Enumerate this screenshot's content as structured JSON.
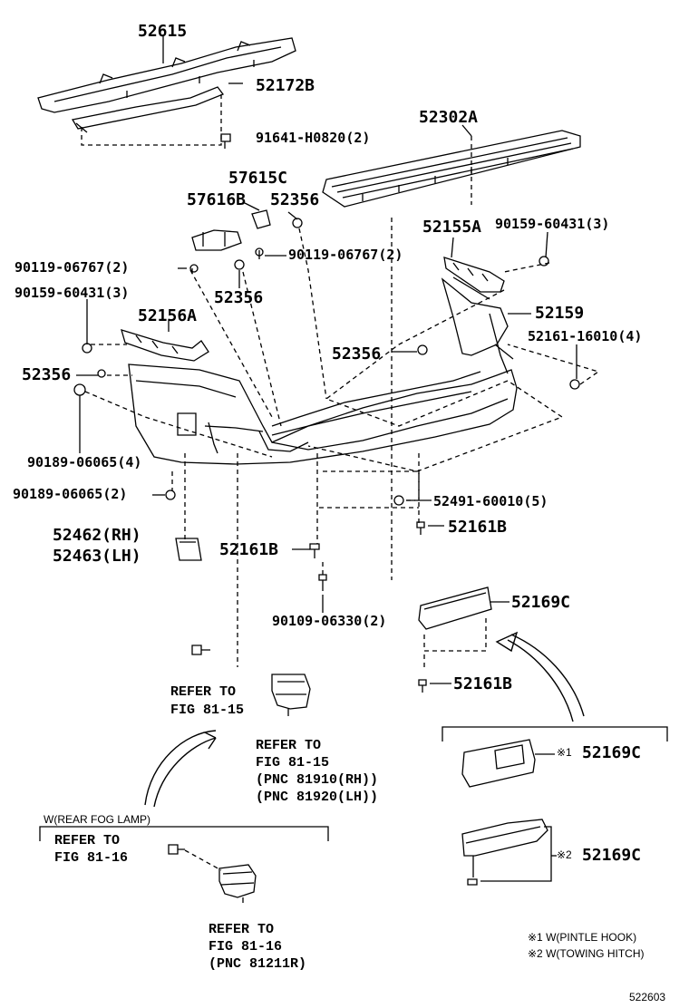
{
  "figure_number": "522603",
  "parts": {
    "p52615": "52615",
    "p52172B": "52172B",
    "p91641": "91641-H0820(2)",
    "p52302A": "52302A",
    "p57615C": "57615C",
    "p57616B": "57616B",
    "p52356_top": "52356",
    "p90119_right": "90119-06767(2)",
    "p52155A": "52155A",
    "p90159_right": "90159-60431(3)",
    "p90119_left": "90119-06767(2)",
    "p52356_mid": "52356",
    "p90159_left": "90159-60431(3)",
    "p52156A": "52156A",
    "p52159": "52159",
    "p52356_right": "52356",
    "p52161_16010": "52161-16010(4)",
    "p52356_left": "52356",
    "p90189_4": "90189-06065(4)",
    "p90189_2": "90189-06065(2)",
    "p52491": "52491-60010(5)",
    "p52161B_a": "52161B",
    "p52462": "52462(RH)",
    "p52463": "52463(LH)",
    "p52161B_b": "52161B",
    "p90109": "90109-06330(2)",
    "p52169C_a": "52169C",
    "p52161B_c": "52161B",
    "p52169C_b": "52169C",
    "p52169C_c": "52169C"
  },
  "refs": {
    "ref1_line1": "REFER TO",
    "ref1_line2": "FIG 81-15",
    "ref2_line1": "REFER TO",
    "ref2_line2": "FIG 81-15",
    "ref2_line3": "(PNC 81910(RH))",
    "ref2_line4": "(PNC 81920(LH))",
    "fog_group_label": "W(REAR FOG LAMP)",
    "ref3_line1": "REFER TO",
    "ref3_line2": "FIG 81-16",
    "ref4_line1": "REFER TO",
    "ref4_line2": "FIG 81-16",
    "ref4_line3": "(PNC 81211R)"
  },
  "notes": {
    "mark1": "※1",
    "mark2": "※2",
    "note1": "※1 W(PINTLE HOOK)",
    "note2": "※2 W(TOWING HITCH)"
  }
}
